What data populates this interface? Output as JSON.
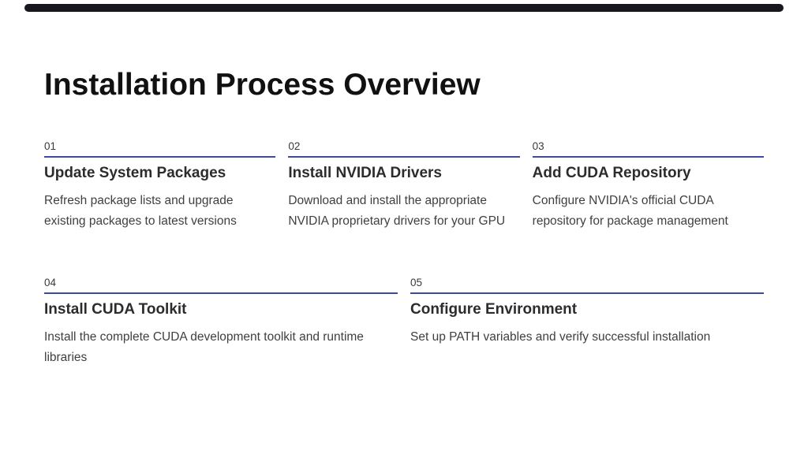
{
  "theme": {
    "background": "#ffffff",
    "accent_color": "#3f4b9e",
    "top_bar_color": "#17171d"
  },
  "title": "Installation Process Overview",
  "steps": [
    {
      "number": "01",
      "title": "Update System Packages",
      "description": "Refresh package lists and upgrade existing packages to latest versions"
    },
    {
      "number": "02",
      "title": "Install NVIDIA Drivers",
      "description": "Download and install the appropriate NVIDIA proprietary drivers for your GPU"
    },
    {
      "number": "03",
      "title": "Add CUDA Repository",
      "description": "Configure NVIDIA's official CUDA repository for package management"
    },
    {
      "number": "04",
      "title": "Install CUDA Toolkit",
      "description": "Install the complete CUDA development toolkit and runtime libraries"
    },
    {
      "number": "05",
      "title": "Configure Environment",
      "description": "Set up PATH variables and verify successful installation"
    }
  ]
}
